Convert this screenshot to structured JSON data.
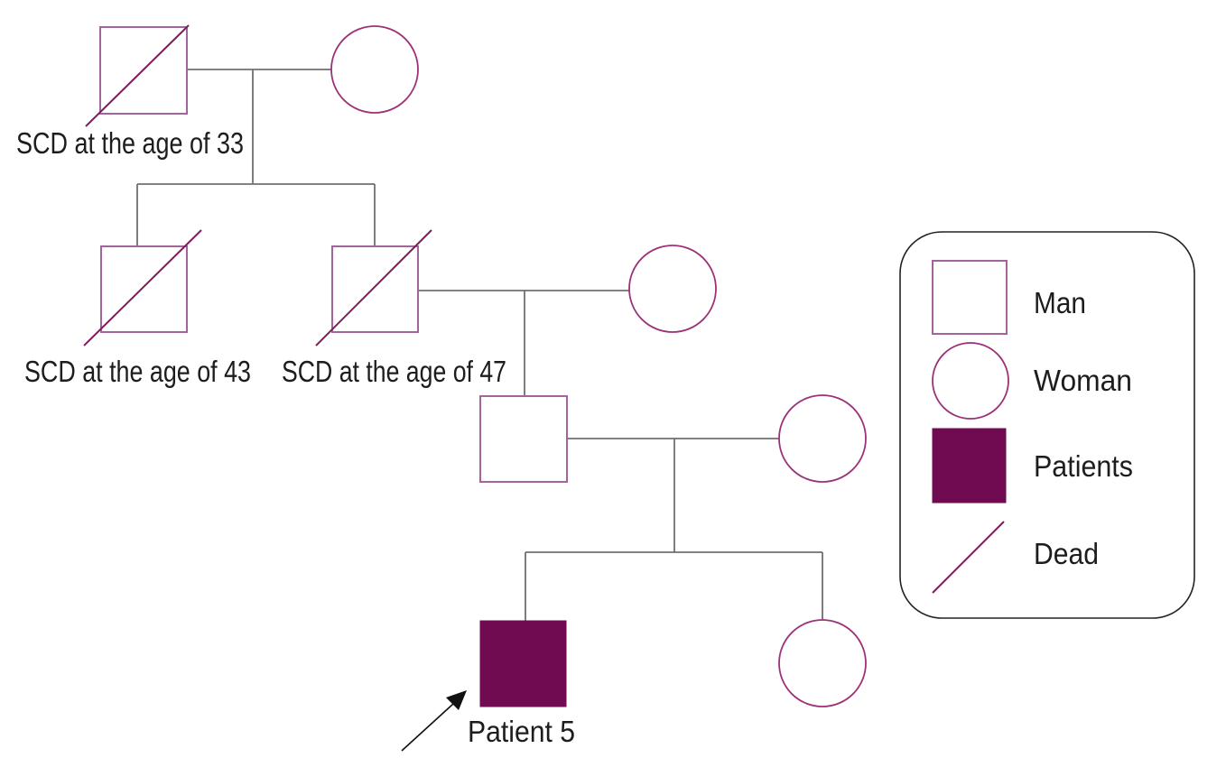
{
  "colors": {
    "square_stroke": "#a5639b",
    "circle_stroke": "#9c3277",
    "slash": "#7e1d5b",
    "patient_fill": "#700a51",
    "connector": "#6f6f6f",
    "text": "#1d1d1d",
    "legend_border": "#222222",
    "arrow": "#111111"
  },
  "pedigree": {
    "labels": {
      "scd33": "SCD at the age of 33",
      "scd43": "SCD at the age of 43",
      "scd47": "SCD at the age of 47",
      "patient5": "Patient 5"
    }
  },
  "legend": {
    "items": [
      {
        "symbol": "square-outline",
        "label": "Man"
      },
      {
        "symbol": "circle-outline",
        "label": "Woman"
      },
      {
        "symbol": "square-filled",
        "label": "Patients"
      },
      {
        "symbol": "slash",
        "label": "Dead"
      }
    ]
  }
}
